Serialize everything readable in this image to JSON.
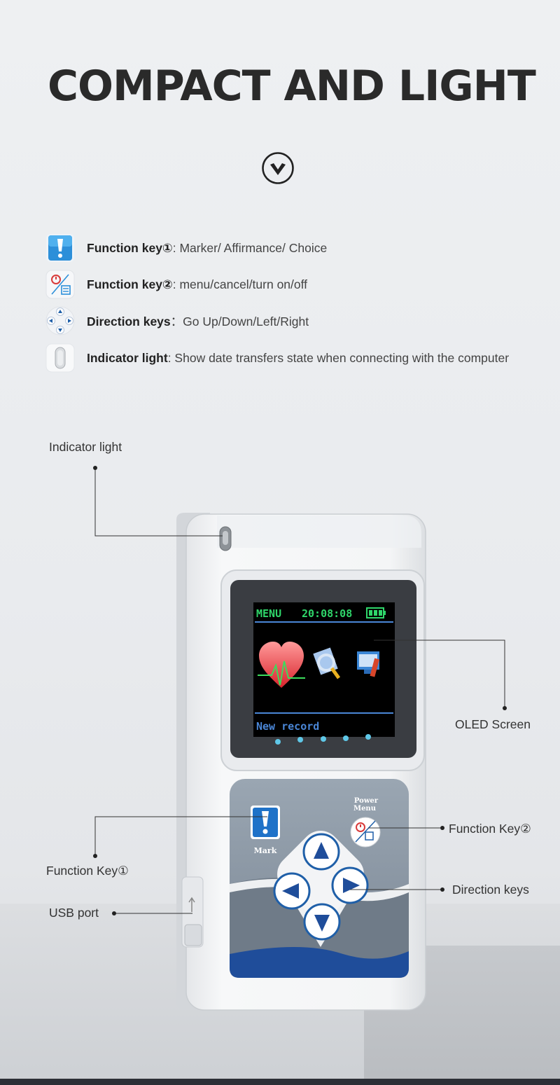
{
  "title": "COMPACT AND LIGHT",
  "features": [
    {
      "icon": "mark-key-icon",
      "key": "Function key①",
      "desc": ": Marker/ Affirmance/ Choice"
    },
    {
      "icon": "power-menu-key-icon",
      "key": "Function key②",
      "desc": ": menu/cancel/turn on/off"
    },
    {
      "icon": "direction-keys-icon",
      "key": "Direction keys",
      "desc": "：Go Up/Down/Left/Right"
    },
    {
      "icon": "indicator-light-icon",
      "key": "Indicator light",
      "desc": ": Show date transfers state when connecting with the computer"
    }
  ],
  "callouts": {
    "indicator_light": "Indicator light",
    "oled_screen": "OLED Screen",
    "function_key_2": "Function Key②",
    "function_key_1": "Function Key①",
    "direction_keys": "Direction keys",
    "usb_port": "USB port"
  },
  "device": {
    "screen_menu": "MENU",
    "screen_time": "20:08:08",
    "screen_status": "New record",
    "mark_label": "Mark",
    "power_label": "Power",
    "menu_label": "Menu"
  },
  "colors": {
    "accent_blue": "#1f5fa8",
    "screen_green": "#2fd66a",
    "screen_blue": "#4a86d6",
    "title": "#2a2a2a"
  }
}
